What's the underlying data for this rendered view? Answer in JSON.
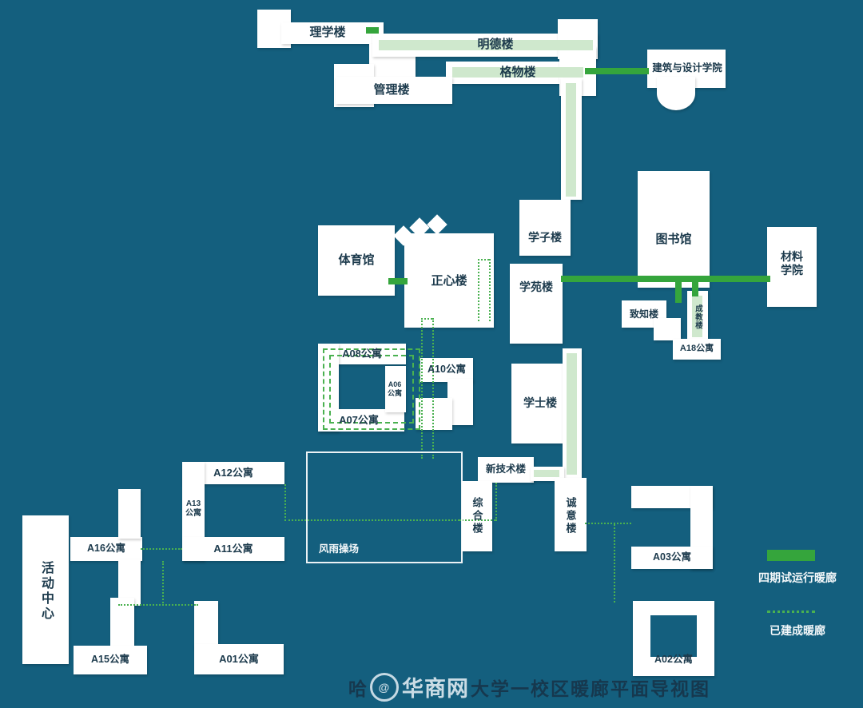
{
  "colors": {
    "background": "#145f7e",
    "building": "#ffffff",
    "corridor_solid_green": "#35a53c",
    "corridor_pale_green": "#cfe8cd",
    "corridor_dotted_green": "#4ab150",
    "label_text": "#1c3a4c",
    "legend_text": "#ffffff"
  },
  "buildings": [
    {
      "id": "lixuelou",
      "label": "理学楼"
    },
    {
      "id": "mingdelou",
      "label": "明德楼"
    },
    {
      "id": "gewulou",
      "label": "格物楼"
    },
    {
      "id": "jianzhu",
      "label": "建筑与设计学院"
    },
    {
      "id": "guanlilou",
      "label": "管理楼"
    },
    {
      "id": "tiyuguan",
      "label": "体育馆"
    },
    {
      "id": "zhengxinlou",
      "label": "正心楼"
    },
    {
      "id": "xuezilou",
      "label": "学子楼"
    },
    {
      "id": "xueyuanlou",
      "label": "学苑楼"
    },
    {
      "id": "tushuguan",
      "label": "图书馆"
    },
    {
      "id": "cailiaoxueyuan",
      "label": "材料学院"
    },
    {
      "id": "zhizhilou",
      "label": "致知楼"
    },
    {
      "id": "chengjiaolou",
      "label": "成教楼"
    },
    {
      "id": "a18",
      "label": "A18公寓"
    },
    {
      "id": "a08",
      "label": "A08公寓"
    },
    {
      "id": "a10",
      "label": "A10公寓"
    },
    {
      "id": "a06",
      "label": "A06公寓"
    },
    {
      "id": "a07",
      "label": "A07公寓"
    },
    {
      "id": "xueshilou",
      "label": "学士楼"
    },
    {
      "id": "xinjishulou",
      "label": "新技术楼"
    },
    {
      "id": "zonghelou",
      "label": "综合楼"
    },
    {
      "id": "chengyilou",
      "label": "诚意楼"
    },
    {
      "id": "a12",
      "label": "A12公寓"
    },
    {
      "id": "a13",
      "label": "A13公寓"
    },
    {
      "id": "a16",
      "label": "A16公寓"
    },
    {
      "id": "a11",
      "label": "A11公寓"
    },
    {
      "id": "fengyucaochang",
      "label": "风雨操场"
    },
    {
      "id": "huodongzhongxin",
      "label": "活动中心"
    },
    {
      "id": "a15",
      "label": "A15公寓"
    },
    {
      "id": "a01",
      "label": "A01公寓"
    },
    {
      "id": "a03",
      "label": "A03公寓"
    },
    {
      "id": "a02",
      "label": "A02公寓"
    }
  ],
  "legend": {
    "solid_label": "四期试运行暖廊",
    "dashed_label": "已建成暖廊"
  },
  "footer": {
    "title_prefix": "哈",
    "title_suffix": "大学一校区暖廊平面导视图",
    "watermark": "华商网",
    "watermark_mark": "@"
  }
}
